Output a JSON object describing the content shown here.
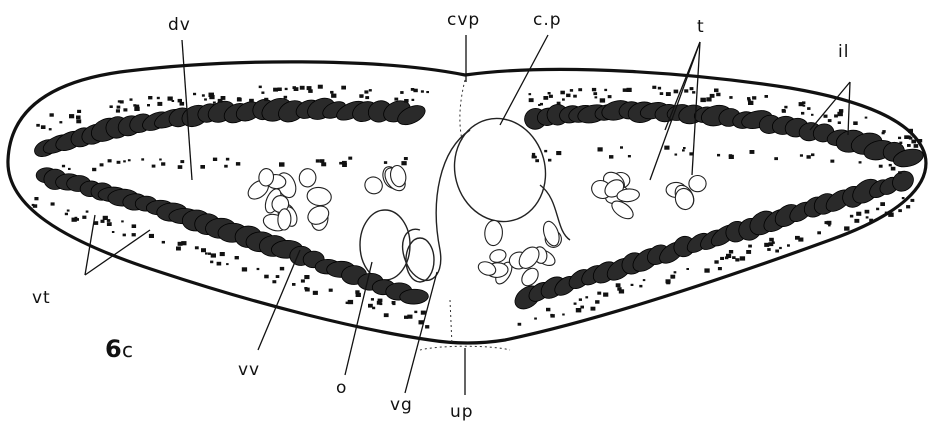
{
  "figure": {
    "panel_label": "6",
    "panel_sublabel": "c",
    "labels": {
      "dv": "dv",
      "cvp": "cvp",
      "cp": "c.p",
      "t": "t",
      "il": "il",
      "vt": "vt",
      "vv": "vv",
      "o": "o",
      "vg": "vg",
      "up": "up"
    }
  }
}
